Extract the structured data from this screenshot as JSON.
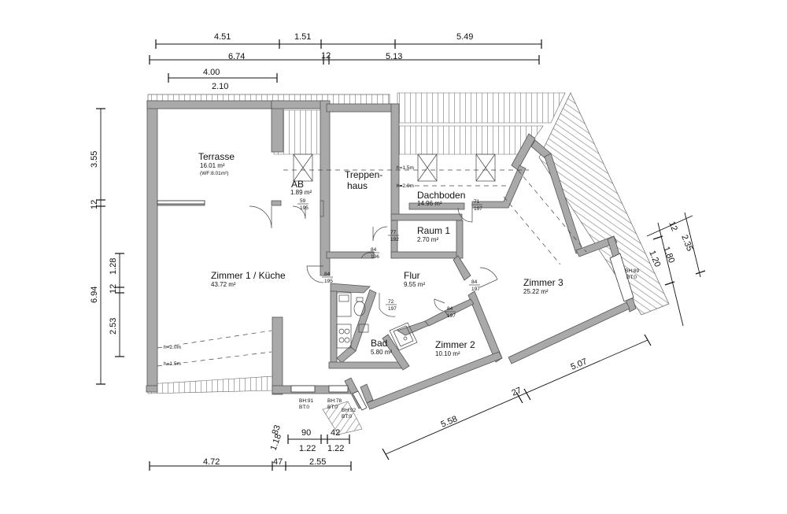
{
  "rooms": {
    "terrasse": {
      "name": "Terrasse",
      "area": "16.01 m²",
      "note": "(WF:8.01m²)"
    },
    "ab": {
      "name": "AB",
      "area": "1.89 m²"
    },
    "treppenhaus": {
      "line1": "Treppen-",
      "line2": "haus"
    },
    "dachboden": {
      "name": "Dachboden",
      "area": "14.96 m²"
    },
    "raum1": {
      "name": "Raum 1",
      "area": "2.70 m²"
    },
    "zimmer1": {
      "name": "Zimmer 1 / Küche",
      "area": "43.72 m²"
    },
    "flur": {
      "name": "Flur",
      "area": "9.55 m²"
    },
    "zimmer3": {
      "name": "Zimmer 3",
      "area": "25.22 m²"
    },
    "bad": {
      "name": "Bad",
      "area": "5.80 m²"
    },
    "zimmer2": {
      "name": "Zimmer 2",
      "area": "10.10 m²"
    }
  },
  "dimensions": {
    "top": [
      "4.51",
      "1.51",
      "5.49",
      "6.74",
      "12",
      "5.13",
      "4.00",
      "2.10"
    ],
    "left": [
      "3.55",
      "12",
      "6.94",
      "1.28",
      "12",
      "2.53"
    ],
    "right": [
      "12",
      "2.35",
      "1.80",
      "1.20"
    ],
    "bottom": [
      "4.72",
      "47",
      "2.55",
      "83",
      "1.18",
      "90",
      "1.22",
      "42",
      "1.22"
    ],
    "diagonal": [
      "5.58",
      "27",
      "5.07"
    ]
  },
  "heights": {
    "h20": "h=2.0m",
    "h15": "h=1.5m"
  },
  "doors": {
    "d1_top": "59",
    "d1_bot": "195",
    "d2_top": "77",
    "d2_bot": "192",
    "d3_top": "71",
    "d3_bot": "197",
    "d4_top": "84",
    "d4_bot": "196",
    "d5_top": "84",
    "d5_bot": "195",
    "d6_top": "72",
    "d6_bot": "197",
    "d7_top": "84",
    "d7_bot": "197",
    "d8_top": "84",
    "d8_bot": "197"
  },
  "windows": {
    "w1_bh": "BH:91",
    "w1_bt": "BT:0",
    "w2_bh": "BH:78",
    "w2_bt": "BT:0",
    "w3_bh": "BH:92",
    "w3_bt": "BT:0",
    "w4_bh": "BH:89",
    "w4_bt": "BT:0"
  }
}
